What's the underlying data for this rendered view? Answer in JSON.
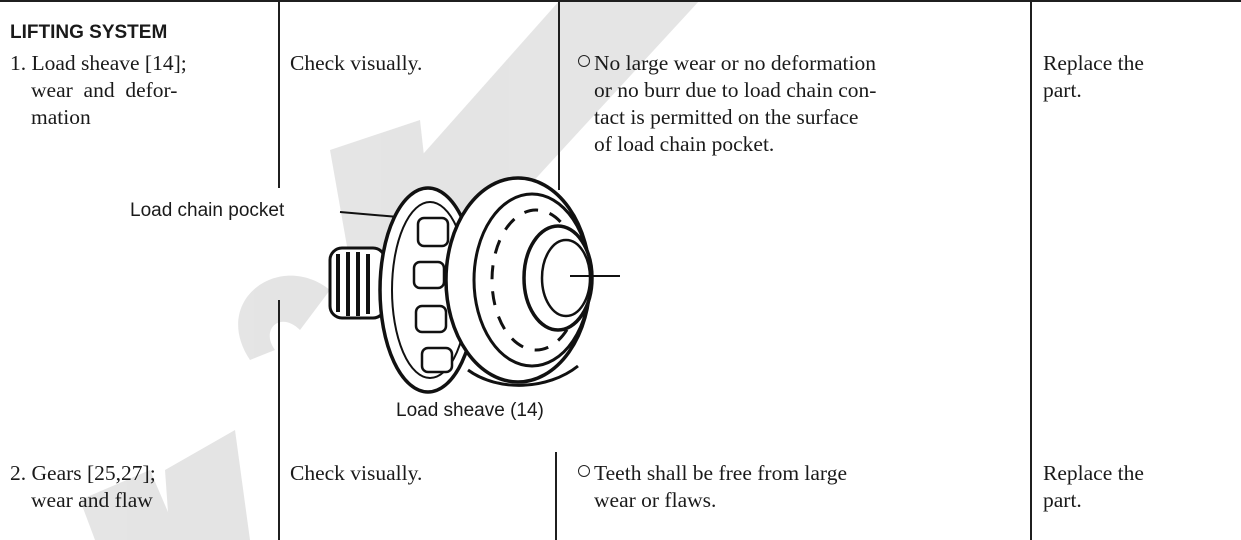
{
  "section": {
    "title": "LIFTING SYSTEM"
  },
  "rows": [
    {
      "item_lines": [
        "1. Load sheave [14];",
        "wear  and  defor-",
        "mation"
      ],
      "method": "Check visually.",
      "criterion_lines": [
        "No large wear or no deformation",
        "or no burr due to load chain con-",
        "tact is permitted on the surface",
        "of load chain pocket."
      ],
      "action_lines": [
        "Replace the",
        "part."
      ]
    },
    {
      "item_lines": [
        "2. Gears [25,27];",
        "wear and flaw"
      ],
      "method": "Check visually.",
      "criterion_lines": [
        "Teeth shall be free from large",
        "wear or flaws."
      ],
      "action_lines": [
        "Replace the",
        "part."
      ]
    }
  ],
  "figure": {
    "pocket_label": "Load chain pocket",
    "sheave_label": "Load sheave (14)",
    "icon": "load-sheave-illustration"
  },
  "watermark": {
    "icon": "diagonal-watermark",
    "color": "#d9d9d9"
  }
}
